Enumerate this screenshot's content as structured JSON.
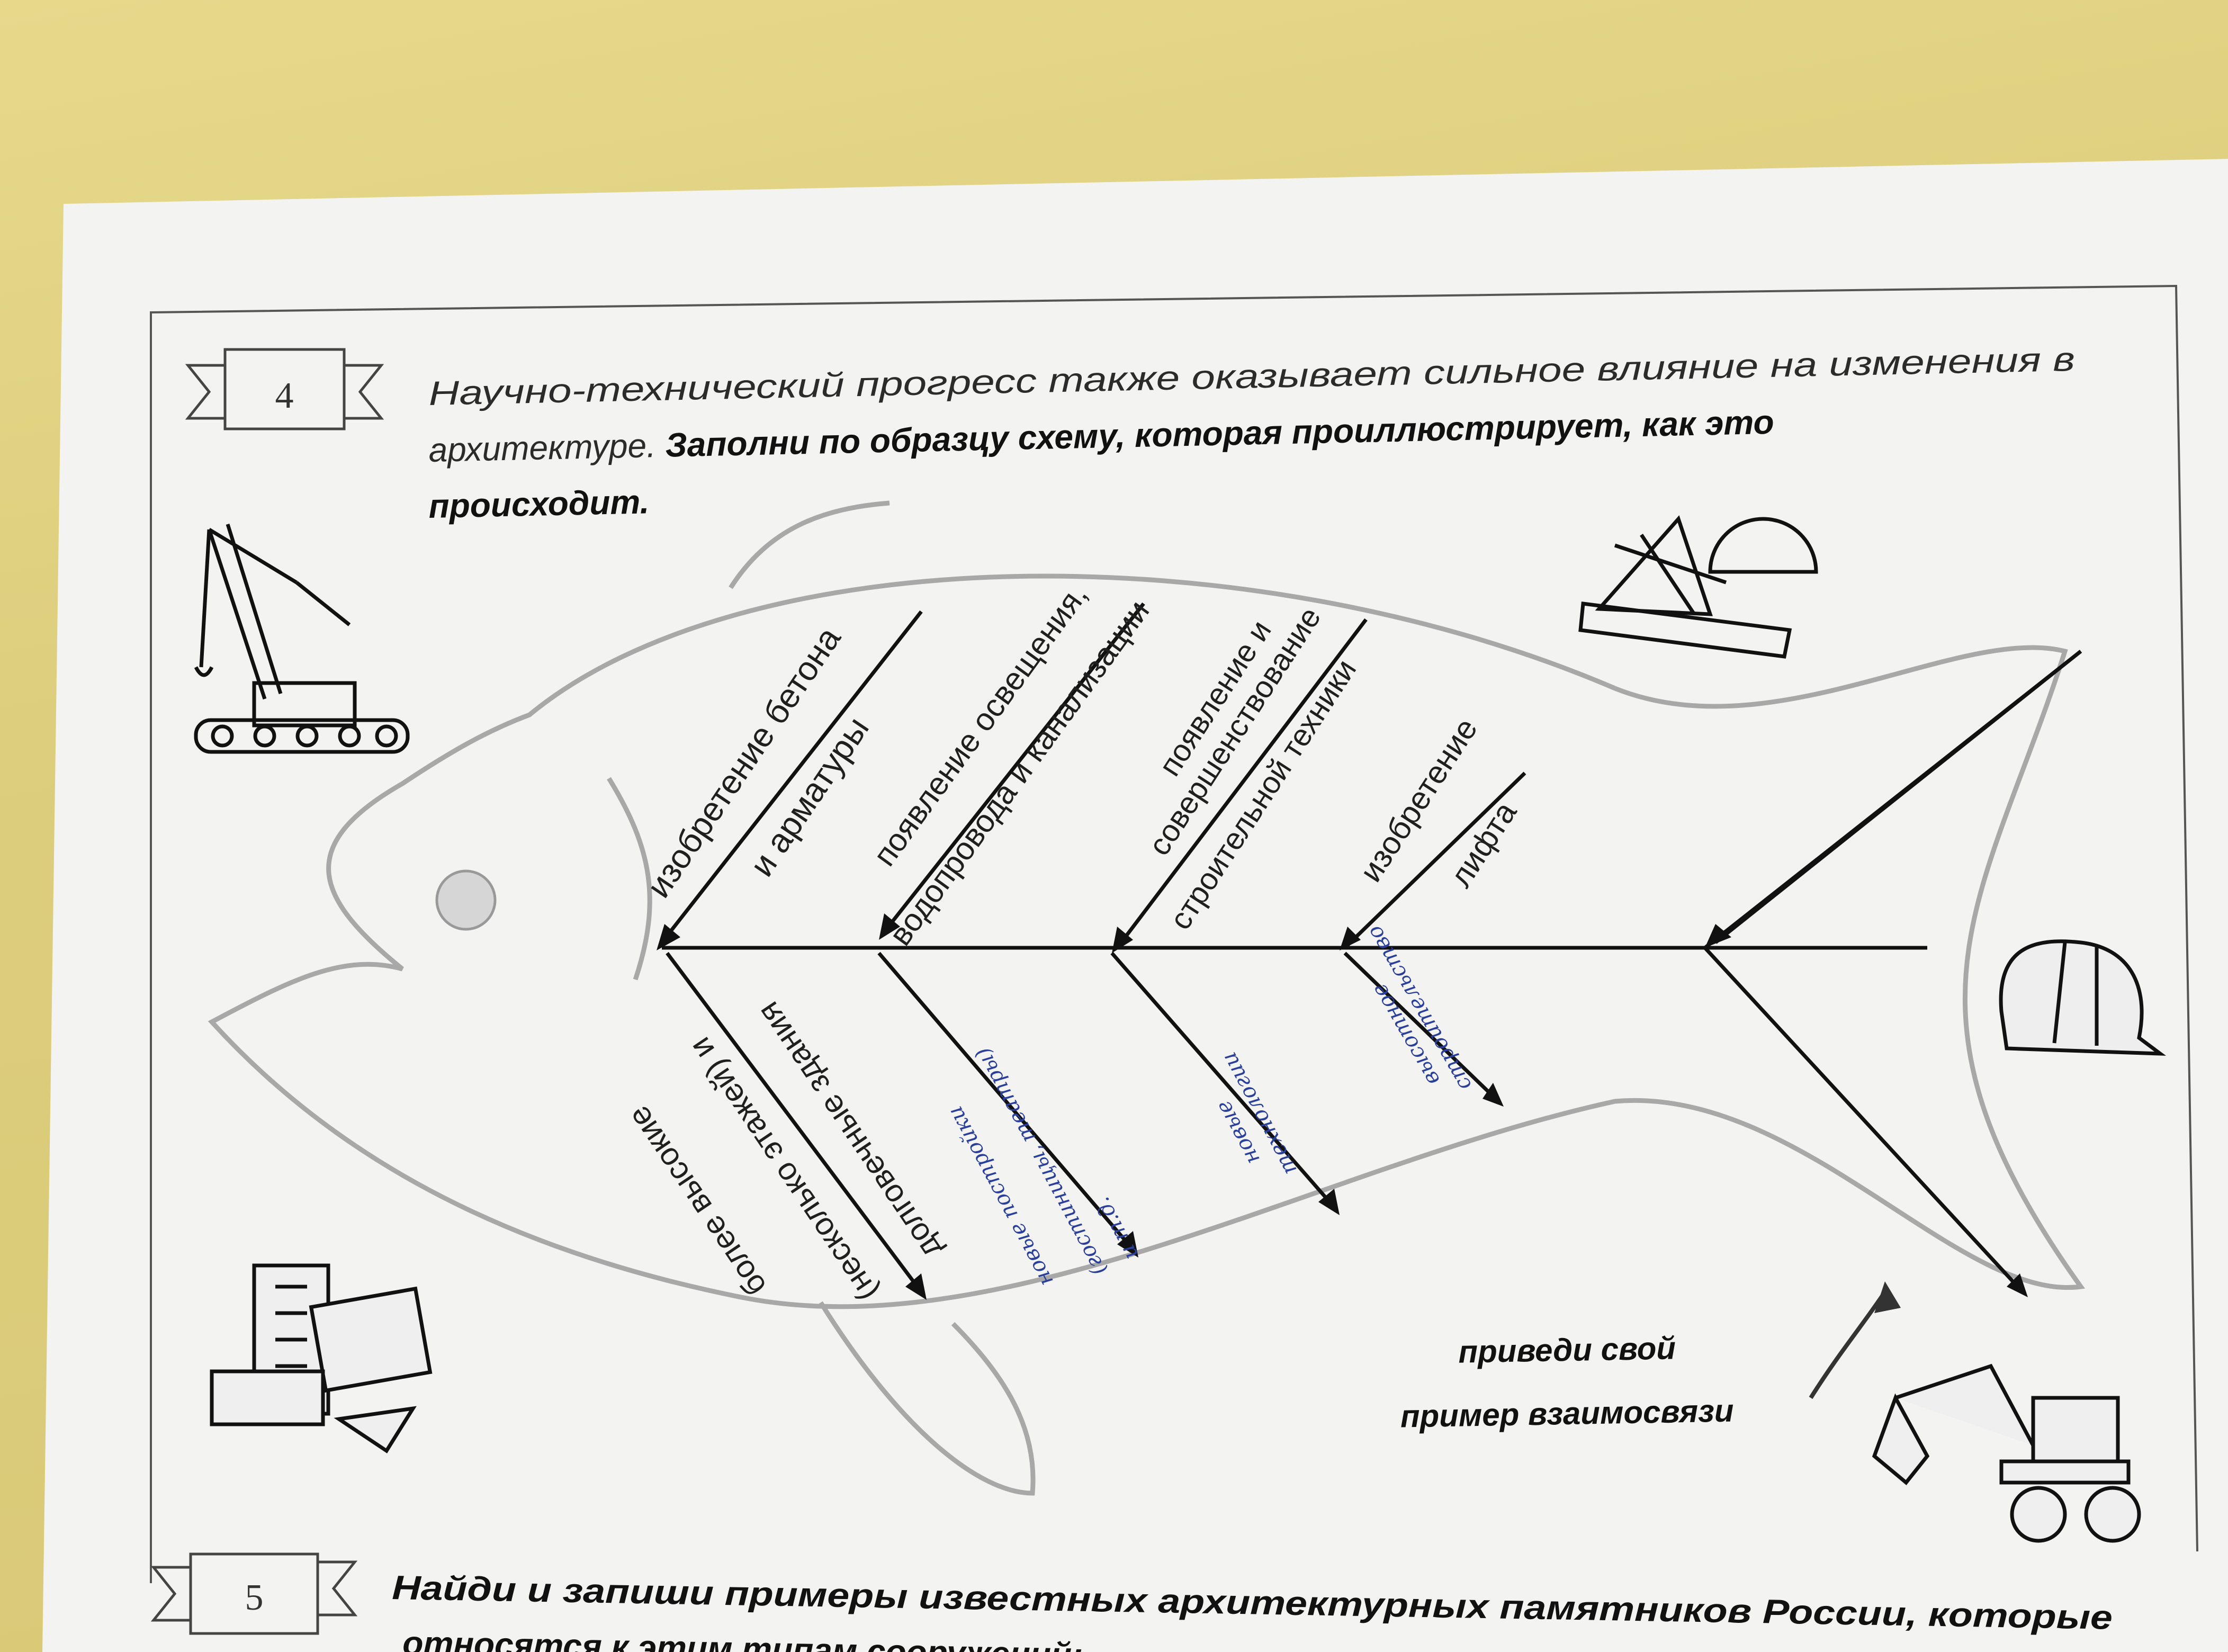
{
  "task4": {
    "number": "4",
    "intro_line1": "Научно-технический прогресс также оказывает сильное влияние на изменения в",
    "intro_line2_plain": "архитектуре. ",
    "intro_line2_bold": "Заполни по образцу схему, которая проиллюстрирует, как это",
    "intro_line3_bold": "происходит."
  },
  "fishbone": {
    "causes_top": [
      {
        "line1": "изобретение бетона",
        "line2": "и арматуры"
      },
      {
        "line1": "появление освещения,",
        "line2": "водопровода и канализации"
      },
      {
        "line1": "появление и",
        "line2": "совершенствование",
        "line3": "строительной техники"
      },
      {
        "line1": "изобретение",
        "line2": "лифта"
      }
    ],
    "effects_bottom": [
      {
        "line1": "более высокие",
        "line2": "(несколько этажей) и",
        "line3": "долговечные здания"
      },
      {
        "line1": "новые постройки",
        "line2": "(гостиницы, театры)",
        "line3": "и т.д."
      },
      {
        "line1": "новые",
        "line2": "технологии"
      },
      {
        "line1": "высотное",
        "line2": "строительство"
      }
    ],
    "prompt_line1": "приведи свой",
    "prompt_line2": "пример взаимосвязи"
  },
  "task5": {
    "number": "5",
    "line1": "Найди и запиши примеры известных архитектурных памятников России, которые",
    "line2": "относятся к этим типам сооружений:"
  },
  "icons": [
    "crane-icon",
    "drafting-tools-icon",
    "hard-hat-icon",
    "bricks-trowel-icon",
    "excavator-icon"
  ],
  "colors": {
    "paper": "#f4f4f2",
    "ink": "#1a1a1a",
    "handwriting_blue": "#2a3f9a",
    "fish_outline": "#a8a8a8",
    "table_yellow": "#dccd7c"
  }
}
